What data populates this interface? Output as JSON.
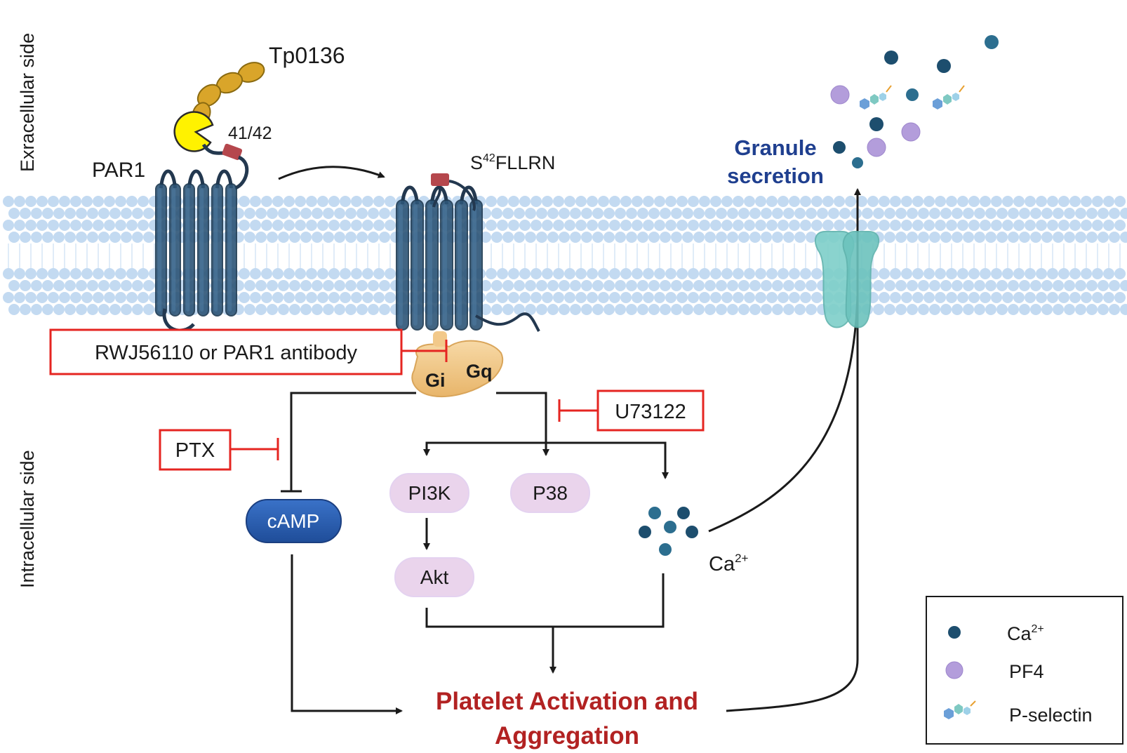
{
  "side_labels": {
    "extracellular": "Exracellular side",
    "intracellular": "Intracellular side"
  },
  "proteins": {
    "tp0136": "Tp0136",
    "par1": "PAR1",
    "cleavage_site": "41/42",
    "tethered_ligand_prefix": "S",
    "tethered_ligand_superscript": "42",
    "tethered_ligand_suffix": "FLLRN",
    "gi": "Gi",
    "gq": "Gq"
  },
  "inhibitors": {
    "par1_block": "RWJ56110 or PAR1 antibody",
    "ptx": "PTX",
    "u73122": "U73122"
  },
  "signaling": {
    "camp": "cAMP",
    "pi3k": "PI3K",
    "p38": "P38",
    "akt": "Akt",
    "ca_base": "Ca",
    "ca_superscript": "2+"
  },
  "outcome": {
    "line1": "Platelet Activation and",
    "line2": "Aggregation"
  },
  "secretion": {
    "line1": "Granule",
    "line2": "secretion"
  },
  "legend": {
    "ca_base": "Ca",
    "ca_superscript": "2+",
    "pf4": "PF4",
    "pselectin": "P-selectin"
  },
  "colors": {
    "inhibitor_red": "#e52521",
    "outcome_red": "#b22222",
    "secretion_blue": "#1f3f8f",
    "receptor_blue": "#2d5577",
    "membrane_blue": "#b9d3ee",
    "camp_blue": "#2a5db0",
    "node_pink": "#ead4ec",
    "gprotein_tan": "#f2c98a",
    "ca_navy": "#1d4e6e",
    "pf4_purple": "#b39ddb",
    "channel_teal": "#7ecfc9"
  }
}
